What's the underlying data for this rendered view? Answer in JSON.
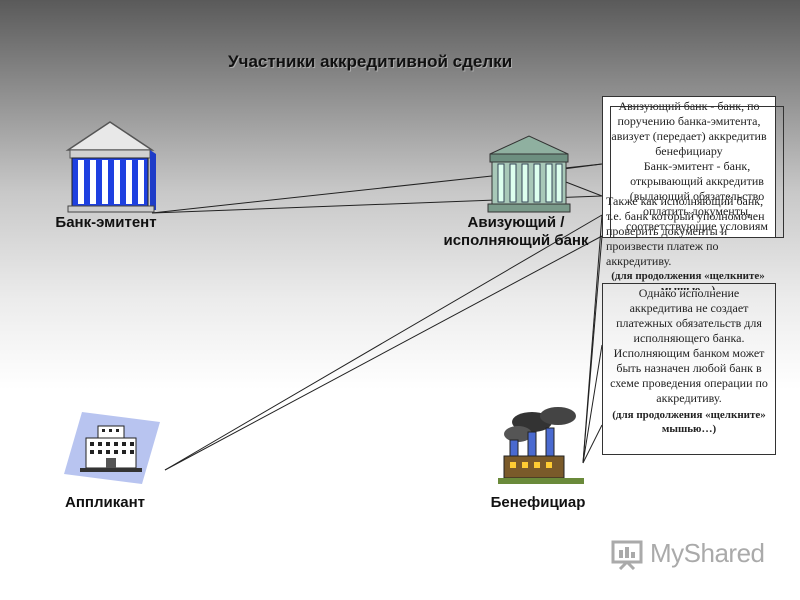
{
  "title": "Участники аккредитивной сделки",
  "nodes": {
    "bank_issuer": "Банк-эмитент",
    "advising_bank_line1": "Авизующий /",
    "advising_bank_line2": "исполняющий банк",
    "applicant": "Аппликант",
    "beneficiary": "Бенефициар"
  },
  "boxes": {
    "main": {
      "text": "Однако исполнение аккредитива не создает платежных обязательств для исполняющего банка. Исполняющим банком может быть назначен любой банк в схеме проведения операции по аккредитиву.",
      "hint": "(для продолжения «щелкните» мышью…)"
    },
    "overlap_1": "Авизующий банк - банк, по поручению банка-эмитента, авизует (передает) аккредитив бенефициару",
    "overlap_2": "Банк-эмитент - банк, открывающий аккредитив (выдающий обязательство оплатить документы, соответствующие условиям аккредитива)",
    "overlap_3": "Также как исполняющий банк, т.е. банк который уполномочен проверить документы и произвести платеж по аккредитиву.",
    "overlap_hint": "(для продолжения «щелкните» мышью…)"
  },
  "watermark": "MyShared"
}
